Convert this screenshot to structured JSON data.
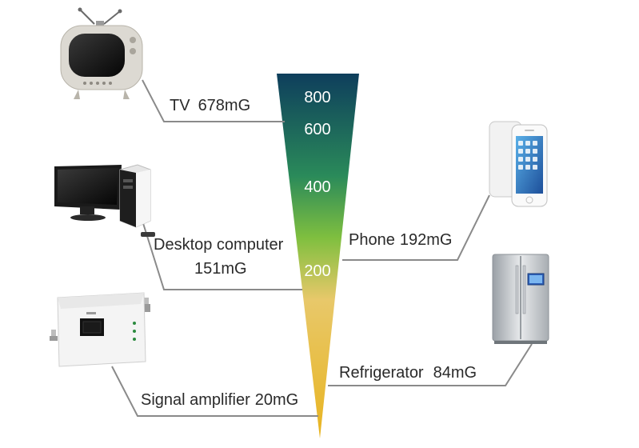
{
  "scale": {
    "ticks": [
      {
        "label": "800",
        "value": 800
      },
      {
        "label": "600",
        "value": 600
      },
      {
        "label": "400",
        "value": 400
      },
      {
        "label": "200",
        "value": 200
      }
    ],
    "colors": {
      "top": "#0e3e5c",
      "upper_mid": "#2a8a5a",
      "mid": "#7fbf3f",
      "lower_mid": "#e8c86a",
      "bottom": "#e8b420"
    }
  },
  "devices": [
    {
      "name": "TV",
      "value": "678mG",
      "icon": "tv-icon"
    },
    {
      "name": "Desktop computer",
      "value": "151mG",
      "icon": "desktop-computer-icon"
    },
    {
      "name": "Signal amplifier",
      "value": "20mG",
      "icon": "signal-amplifier-icon"
    },
    {
      "name": "Phone",
      "value": "192mG",
      "icon": "phone-icon"
    },
    {
      "name": "Refrigerator",
      "value": "84mG",
      "icon": "refrigerator-icon"
    }
  ],
  "leader_color": "#8a8a8a"
}
